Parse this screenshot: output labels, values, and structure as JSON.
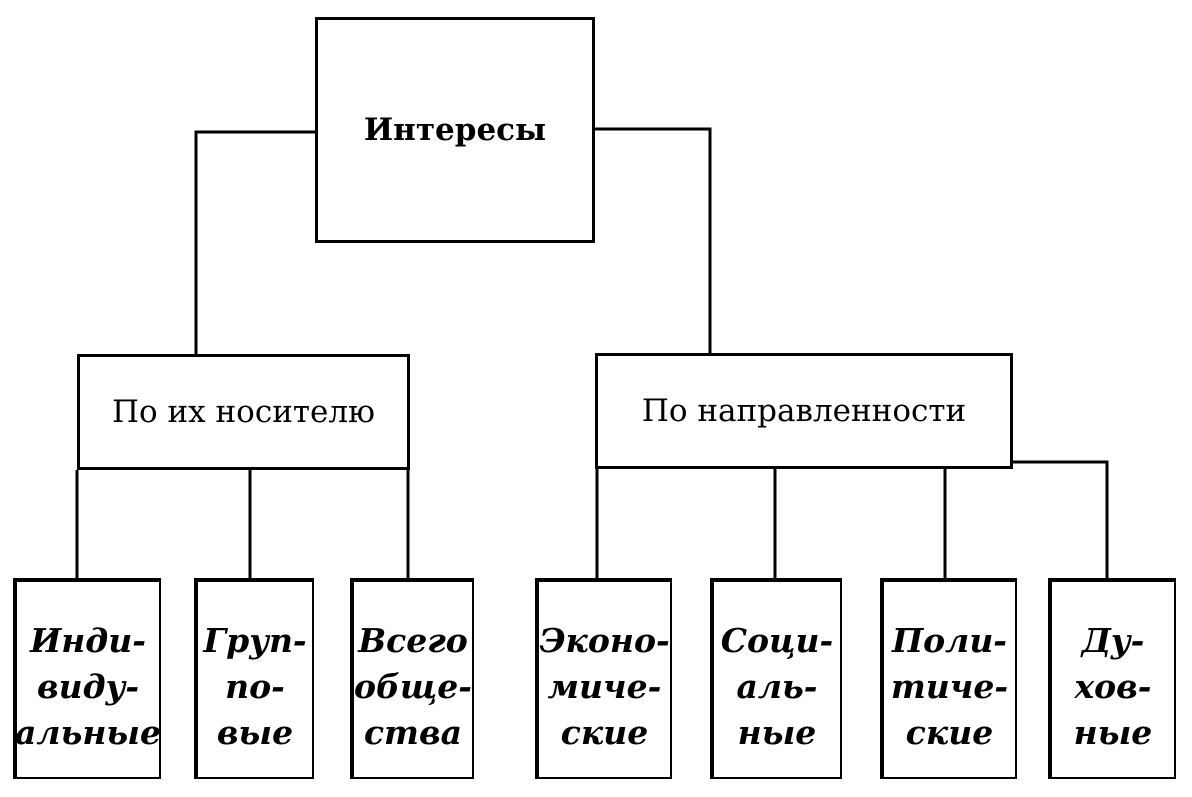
{
  "root": {
    "label": "Интересы"
  },
  "groups": [
    {
      "label": "По их носителю",
      "children": [
        {
          "label": "Инди-\nвиду-\nальные"
        },
        {
          "label": "Груп-\nпо-\nвые"
        },
        {
          "label": "Всего\nобще-\nства"
        }
      ]
    },
    {
      "label": "По направленности",
      "children": [
        {
          "label": "Эконо-\nмиче-\nские"
        },
        {
          "label": "Соци-\nаль-\nные"
        },
        {
          "label": "Поли-\nтиче-\nские"
        },
        {
          "label": "Ду-\nхов-\nные"
        }
      ]
    }
  ]
}
